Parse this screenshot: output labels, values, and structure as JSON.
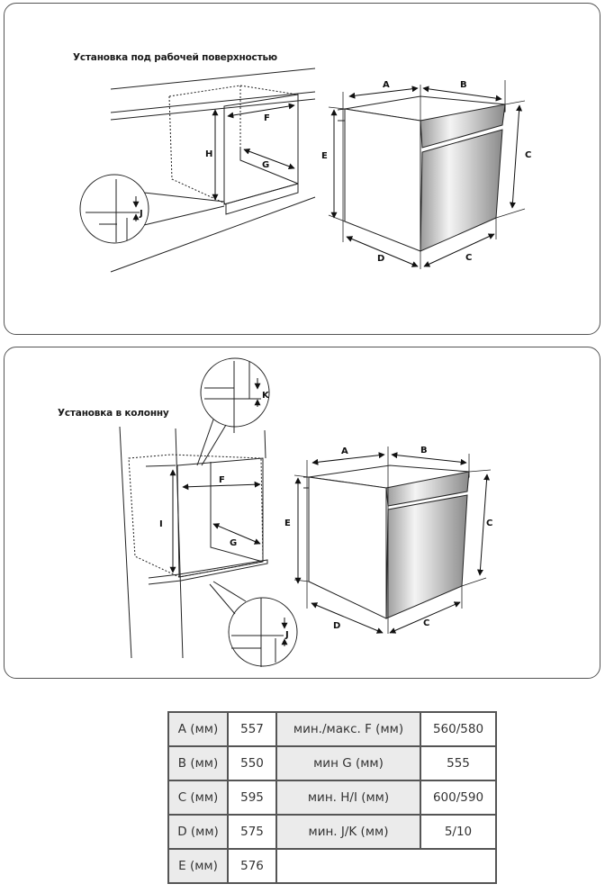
{
  "diagram_top": {
    "title": "Установка под рабочей поверхностью",
    "labels": {
      "A": "A",
      "B": "B",
      "C_side": "C",
      "C_bottom": "C",
      "D": "D",
      "E": "E",
      "F": "F",
      "G": "G",
      "H": "H",
      "J": "J"
    }
  },
  "diagram_bottom": {
    "title": "Установка в колонну",
    "labels": {
      "A": "A",
      "B": "B",
      "C_side": "C",
      "C_bottom": "C",
      "D": "D",
      "E": "E",
      "F": "F",
      "G": "G",
      "I": "I",
      "J": "J",
      "K": "K"
    }
  },
  "specs_table": {
    "rows": [
      {
        "key": "A (мм)",
        "value": "557",
        "key2": "мин./макс. F (мм)",
        "value2": "560/580"
      },
      {
        "key": "B (мм)",
        "value": "550",
        "key2": "мин G (мм)",
        "value2": "555"
      },
      {
        "key": "C (мм)",
        "value": "595",
        "key2": "мин. H/I (мм)",
        "value2": "600/590"
      },
      {
        "key": "D (мм)",
        "value": "575",
        "key2": "мин. J/K (мм)",
        "value2": "5/10"
      },
      {
        "key": "E (мм)",
        "value": "576"
      }
    ]
  }
}
